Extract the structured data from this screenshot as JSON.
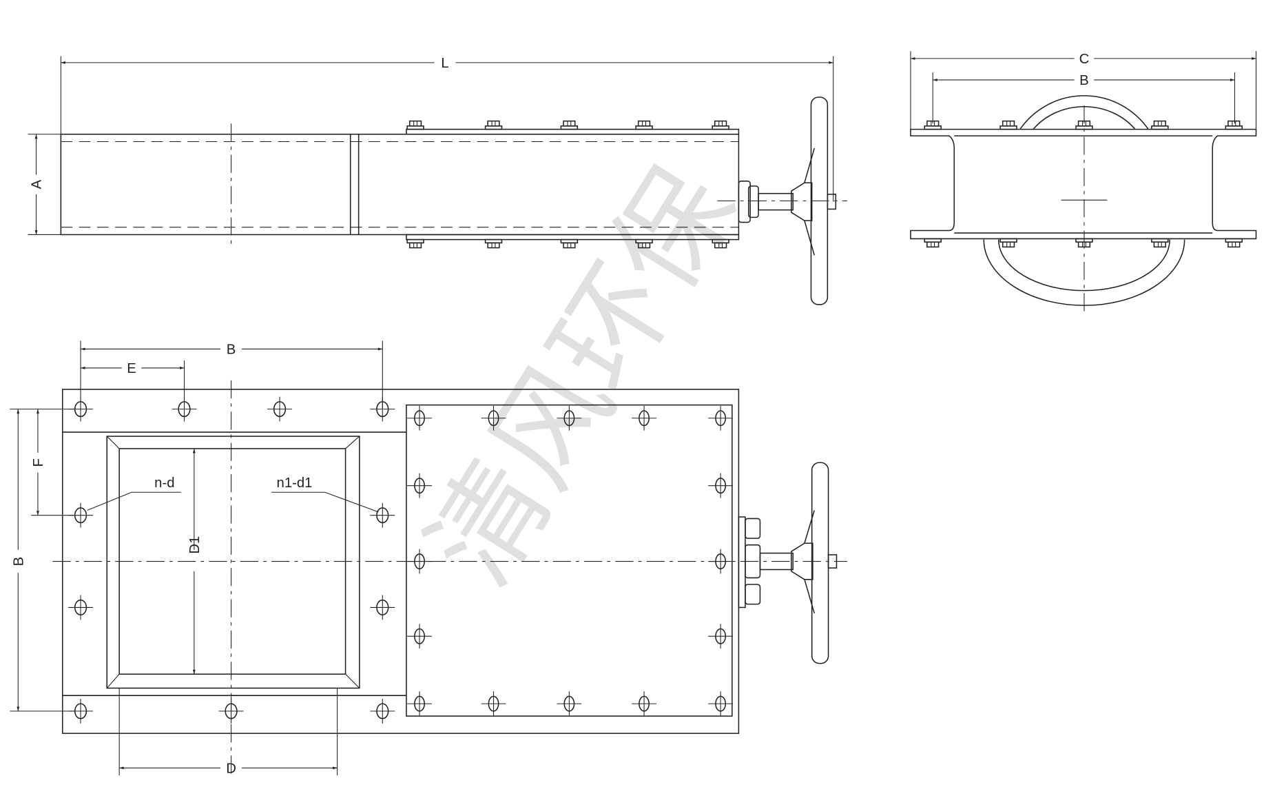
{
  "watermark": "清风环保",
  "side_view": {
    "dim_length": "L",
    "dim_height": "A"
  },
  "end_view": {
    "dim_overall_width": "C",
    "dim_bolt_span": "B"
  },
  "plan_view": {
    "dim_width": "B",
    "dim_hole_pitch": "E",
    "dim_height": "B",
    "dim_hole_offset": "F",
    "dim_opening_width": "D",
    "dim_opening_height": "D1",
    "callout_flange_holes": "n-d",
    "callout_bonnet_holes": "n1-d1"
  },
  "colors": {
    "line": "#222222",
    "watermark": "#d9d9d9"
  }
}
